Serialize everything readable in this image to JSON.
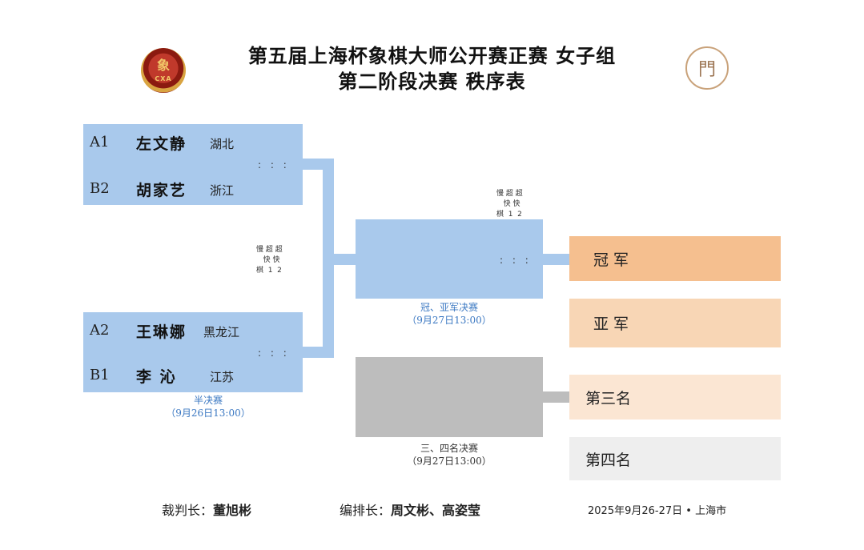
{
  "title": {
    "line1": "第五届上海杯象棋大师公开赛正赛  女子组",
    "line2": "第二阶段决赛  秩序表"
  },
  "logos": {
    "left_glyph": "象",
    "left_text": "CXA",
    "right_glyph": "門"
  },
  "semifinal_1": {
    "top": {
      "seed": "A1",
      "name": "左文静",
      "region": "湖北"
    },
    "bottom": {
      "seed": "B2",
      "name": "胡家艺",
      "region": "浙江"
    },
    "score": ":  :  :"
  },
  "semifinal_2": {
    "top": {
      "seed": "A2",
      "name": "王琳娜",
      "region": "黑龙江"
    },
    "bottom": {
      "seed": "B1",
      "name": "李  沁",
      "region": "江苏"
    },
    "score": ":  :  :"
  },
  "semifinal_caption": {
    "label": "半决赛",
    "time": "（9月26日13:00）"
  },
  "format_legend": {
    "row1": "慢 超 超",
    "row2": "   快 快",
    "row3": "棋  1  2"
  },
  "final": {
    "score": ":  :  :",
    "caption": {
      "label": "冠、亚军决赛",
      "time": "（9月27日13:00）"
    }
  },
  "third_place": {
    "caption": {
      "label": "三、四名决赛",
      "time": "（9月27日13:00）"
    }
  },
  "ranks": {
    "champion": "冠 军",
    "runner_up": "亚 军",
    "third": "第三名",
    "fourth": "第四名"
  },
  "colors": {
    "bracket_blue": "#a9c9ec",
    "bracket_grey": "#bdbdbd",
    "champion": "#f5bf8f",
    "runner_up": "#f8d6b5",
    "third": "#fbe6d3",
    "fourth": "#eeeeee"
  },
  "footer": {
    "chief_referee_label": "裁判长：",
    "chief_referee_name": "董旭彬",
    "scheduler_label": "编排长：",
    "scheduler_names": "周文彬、高姿莹",
    "date_place": "2025年9月26-27日 • 上海市"
  }
}
